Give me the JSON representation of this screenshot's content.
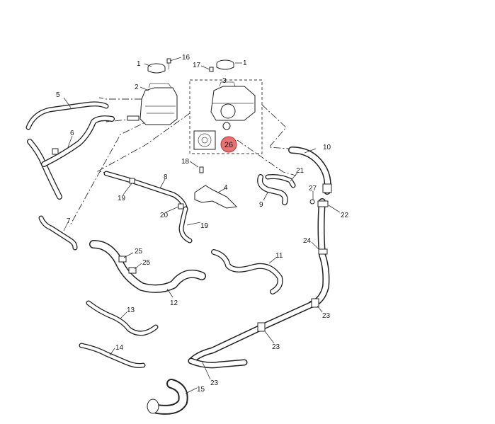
{
  "diagram": {
    "highlight": {
      "label": "26",
      "color": "#e05050",
      "stroke": "#c03030"
    },
    "callouts": {
      "c1a": "1",
      "c16": "16",
      "c17": "17",
      "c1b": "1",
      "c2": "2",
      "c3": "3",
      "c5": "5",
      "c6": "6",
      "c10": "10",
      "c18": "18",
      "c8": "8",
      "c4": "4",
      "c21": "21",
      "c9": "9",
      "c19a": "19",
      "c20": "20",
      "c19b": "19",
      "c27": "27",
      "c22": "22",
      "c7": "7",
      "c24": "24",
      "c25a": "25",
      "c25b": "25",
      "c11": "11",
      "c12": "12",
      "c13": "13",
      "c23a": "23",
      "c23b": "23",
      "c23c": "23",
      "c14": "14",
      "c15": "15"
    }
  }
}
